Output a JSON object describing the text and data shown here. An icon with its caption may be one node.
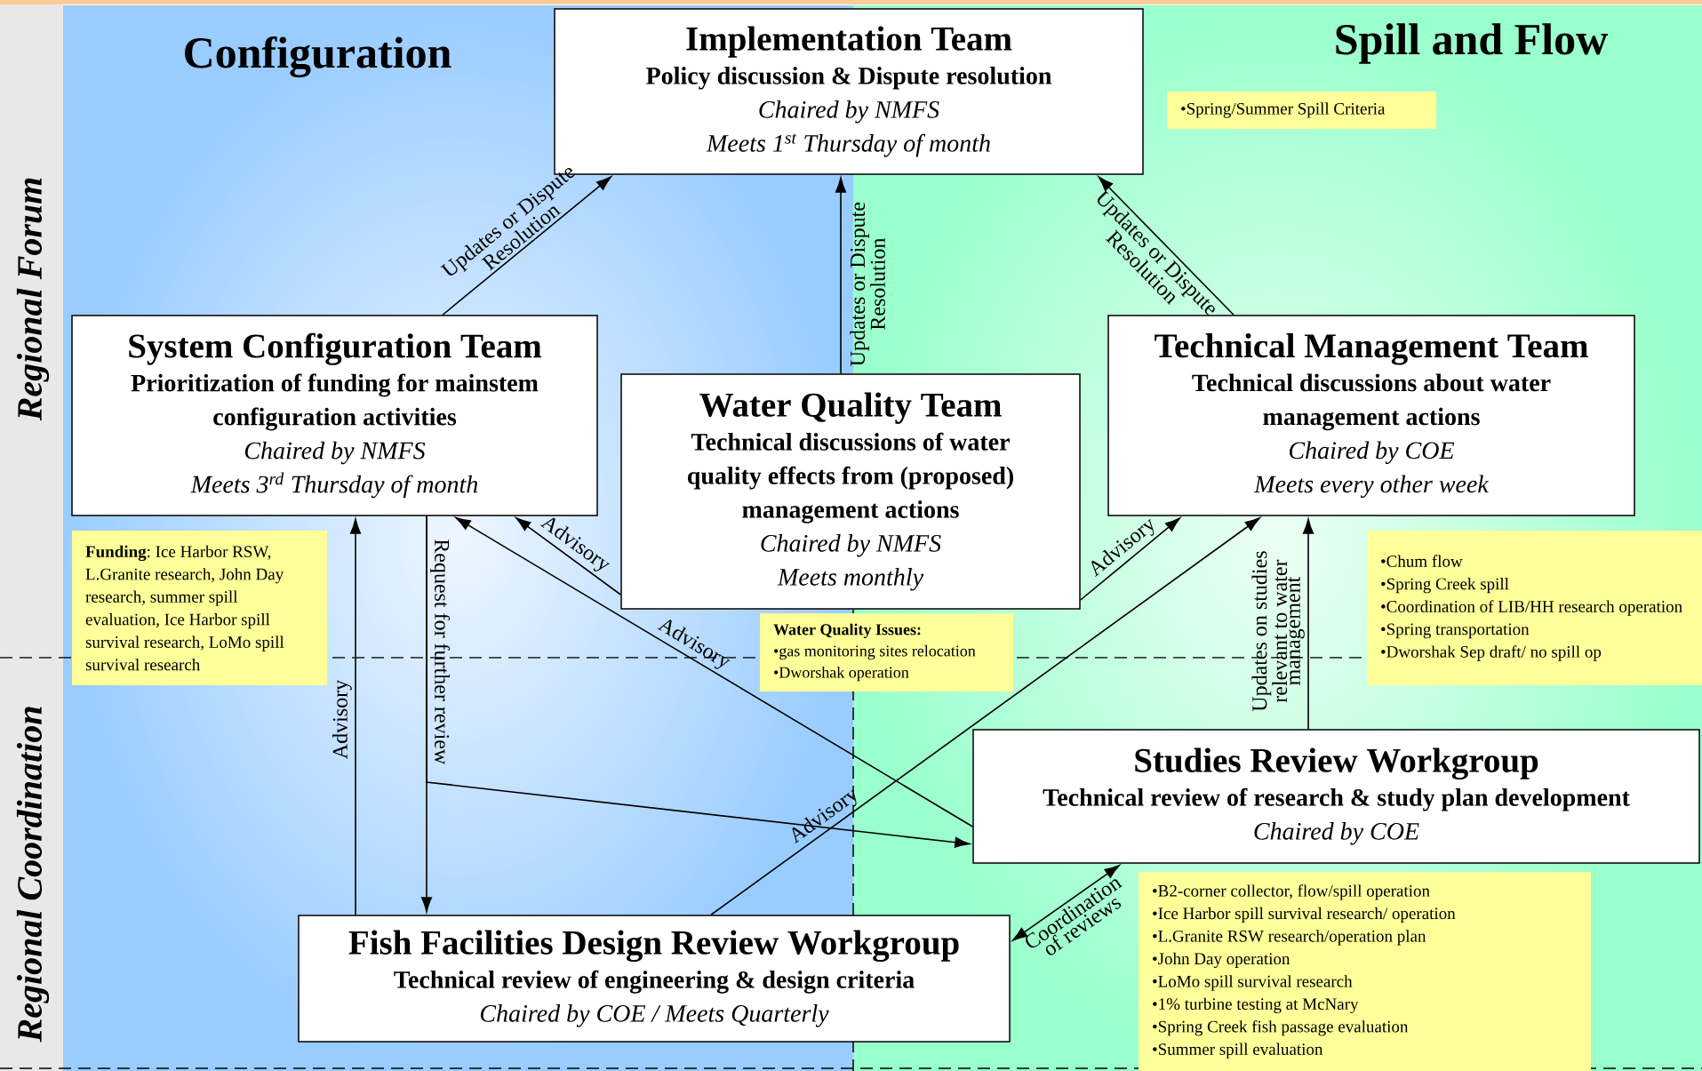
{
  "diagram": {
    "nodes": [
      {
        "text": [
          "Implementation Team",
          "Policy discussion & Dispute resolution",
          "Chaired by NMFS",
          "Meets 1$^{st}$ Thursday of month"
        ]
      },
      {
        "text": [
          "•Spring/Summer Spill Criteria"
        ]
      },
      {
        "text": [
          "System Configuration Team",
          "Prioritization of funding for mainstem configuration activities",
          "Chaired by NMFS",
          "Meets 3$^{rd}$ Thursday of month"
        ]
      },
      {
        "text": [
          "Water Quality Team",
          "Technical discussions of water quality effects from (proposed) management actions",
          "Chaired by NMFS",
          "Meets monthly"
        ]
      },
      {
        "text": [
          "Technical Management Team",
          "Technical discussions about water management actions",
          "Chaired by COE",
          "Meets every other week"
        ]
      },
      {
        "text": [
          "**Funding**: Ice Harbor RSW, L.Granite research, John Day research, summer spill evaluation, Ice Harbor spill survival research, LoMo spill survival research"
        ]
      },
      {
        "text": [
          "•Chum flow",
          "•Spring Creek spill",
          "•Coordination of LIB/HH research operation",
          "•Spring transportation",
          "•Dworshak Sep draft/ no spill op"
        ]
      },
      {
        "text": [
          "Water Quality Issues:",
          "•gas monitoring sites relocation",
          "•Dworshak operation"
        ]
      },
      {
        "text": [
          "Studies Review Workgroup",
          "Technical review of research & study plan development",
          "Chaired by COE"
        ]
      },
      {
        "text": [
          "Fish Facilities Design Review Workgroup",
          "Technical review of engineering & design criteria",
          "Chaired by COE / Meets Quarterly"
        ]
      },
      {
        "text": [
          "•B2-corner collector, flow/spill operation",
          "•Ice Harbor spill survival research/ operation",
          "•L.Granite RSW research/operation plan",
          "•John Day operation",
          "•LoMo spill survival research",
          "•1% turbine testing at McNary",
          "•Spring Creek fish passage evaluation",
          "•Summer spill evaluation"
        ]
      }
    ],
    "edges": [
      {
        "from": 2,
        "to": 0,
        "arrow": "to",
        "label": "Updates or Dispute Resolution"
      },
      {
        "from": 3,
        "to": 0,
        "arrow": "to",
        "label": "Updates or Dispute Resolution"
      },
      {
        "from": 4,
        "to": 0,
        "arrow": "to",
        "label": "Updates or Dispute Resolution"
      },
      {
        "from": 9,
        "to": 2,
        "arrow": "to",
        "label": "Advisory"
      },
      {
        "from": 2,
        "to": 9,
        "arrow": "to",
        "label": "Request for further review"
      },
      {
        "from": 2,
        "to": 8,
        "arrow": "to"
      },
      {
        "from": 8,
        "to": 2,
        "arrow": "to",
        "label": "Advisory"
      },
      {
        "from": 3,
        "to": 2,
        "arrow": "to",
        "label": "Advisory"
      },
      {
        "from": 3,
        "to": 4,
        "arrow": "to",
        "label": "Advisory"
      },
      {
        "from": 9,
        "to": 4,
        "arrow": "to",
        "label": "Advisory"
      },
      {
        "from": 8,
        "to": 4,
        "arrow": "to",
        "label": "Updates on studies relevant to water management"
      },
      {
        "from": 9,
        "to": 8,
        "arrow": "both",
        "label": "Coordination of reviews"
      }
    ],
    "labels": [
      "Configuration",
      "Spill and Flow",
      "Regional Forum",
      "Regional Coordination"
    ]
  }
}
